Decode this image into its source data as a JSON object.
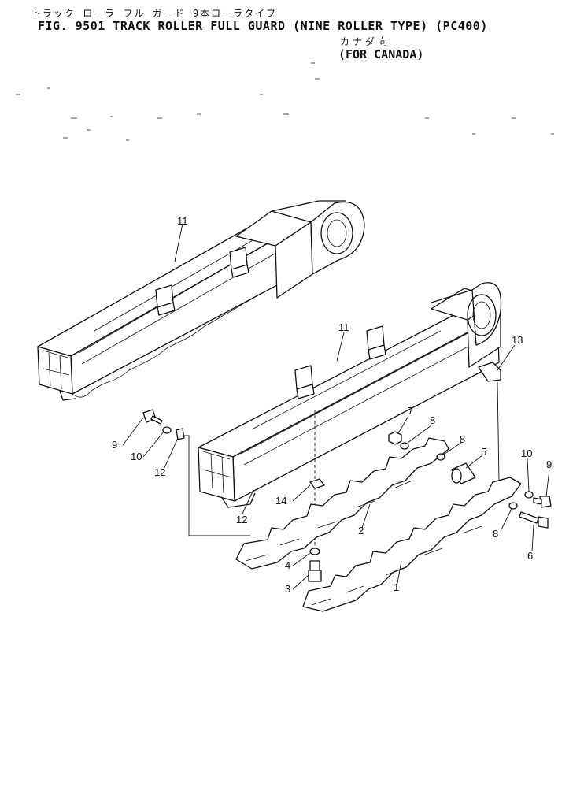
{
  "header": {
    "japanese_line": "トラック ローラ フル ガード 9本ローラタイプ",
    "title_line": "FIG. 9501  TRACK ROLLER FULL GUARD (NINE ROLLER TYPE) (PC400)",
    "japanese_region": "カナダ向",
    "region_line": "(FOR CANADA)"
  },
  "callouts": {
    "c11a": "11",
    "c11b": "11",
    "c13": "13",
    "c7": "7",
    "c8a": "8",
    "c8b": "8",
    "c8c": "8",
    "c5": "5",
    "c10a": "10",
    "c10b": "10",
    "c9a": "9",
    "c9b": "9",
    "c12a": "12",
    "c12b": "12",
    "c14": "14",
    "c2": "2",
    "c4": "4",
    "c3": "3",
    "c1": "1",
    "c6": "6"
  }
}
